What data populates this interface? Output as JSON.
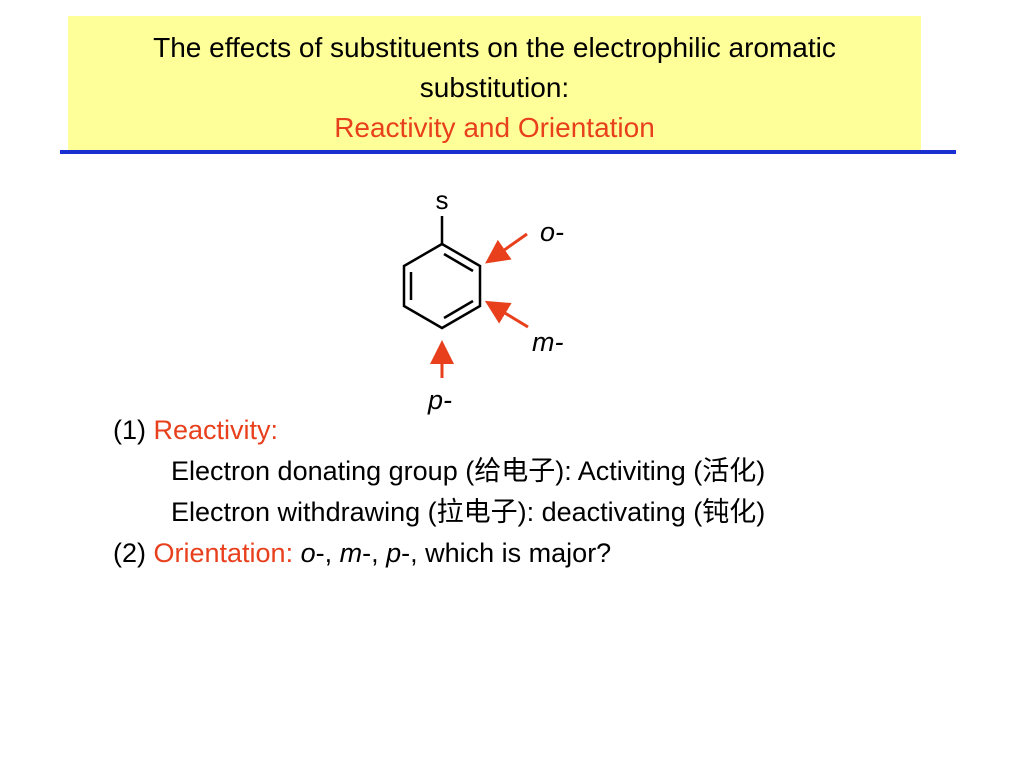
{
  "title": {
    "line1": "The effects of substituents on the electrophilic aromatic",
    "line2": "substitution:",
    "subtitle": "Reactivity and Orientation"
  },
  "diagram": {
    "substituent_label": "s",
    "ortho_label": "o-",
    "meta_label": "m-",
    "para_label": "p-",
    "arrow_color": "#e8401c"
  },
  "content": {
    "item1": {
      "number": "(1) ",
      "heading": "Reactivity:",
      "donating": {
        "text": "Electron donating group (",
        "cjk": "给电子",
        "mid": "): Activiting (",
        "cjk2": "活化",
        "end": ")"
      },
      "withdrawing": {
        "text": "Electron withdrawing (",
        "cjk": "拉电子",
        "mid": "): deactivating (",
        "cjk2": "钝化",
        "end": ")"
      }
    },
    "item2": {
      "number": "(2) ",
      "heading": "Orientation: ",
      "o": "o",
      "sep1": "-, ",
      "m": "m",
      "sep2": "-, ",
      "p": "p",
      "tail": "-, which is major?"
    }
  },
  "colors": {
    "title_bg": "#ffff99",
    "accent_red": "#e8401c",
    "rule_blue": "#1a2fd0"
  }
}
